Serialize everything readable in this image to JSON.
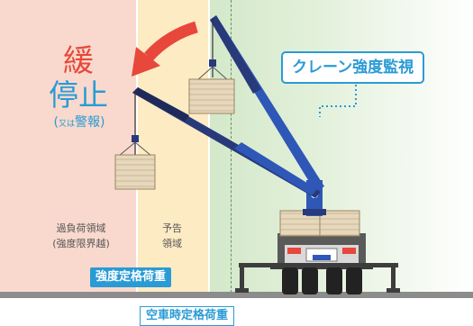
{
  "zones": {
    "overload": {
      "label_line1": "過負荷領域",
      "label_line2": "(強度限界越)"
    },
    "warning": {
      "label_line1": "予告",
      "label_line2": "領域"
    }
  },
  "action": {
    "slow": "緩",
    "stop": "停止",
    "note_open": "(",
    "note_small": "又は",
    "note_main": "警報",
    "note_close": ")"
  },
  "limits": {
    "strength_rated_load": "強度定格荷重",
    "empty_vehicle_rated_load": "空車時定格荷重"
  },
  "monitor_label": "クレーン強度監視",
  "colors": {
    "overload_zone": "#f9d9cd",
    "warning_zone": "#fdebc4",
    "safe_zone": "#d3e8c9",
    "accent_blue": "#2a9bd5",
    "alert_red": "#e8473b",
    "boom_navy": "#283a7a",
    "boom_blue": "#2e57b7"
  }
}
